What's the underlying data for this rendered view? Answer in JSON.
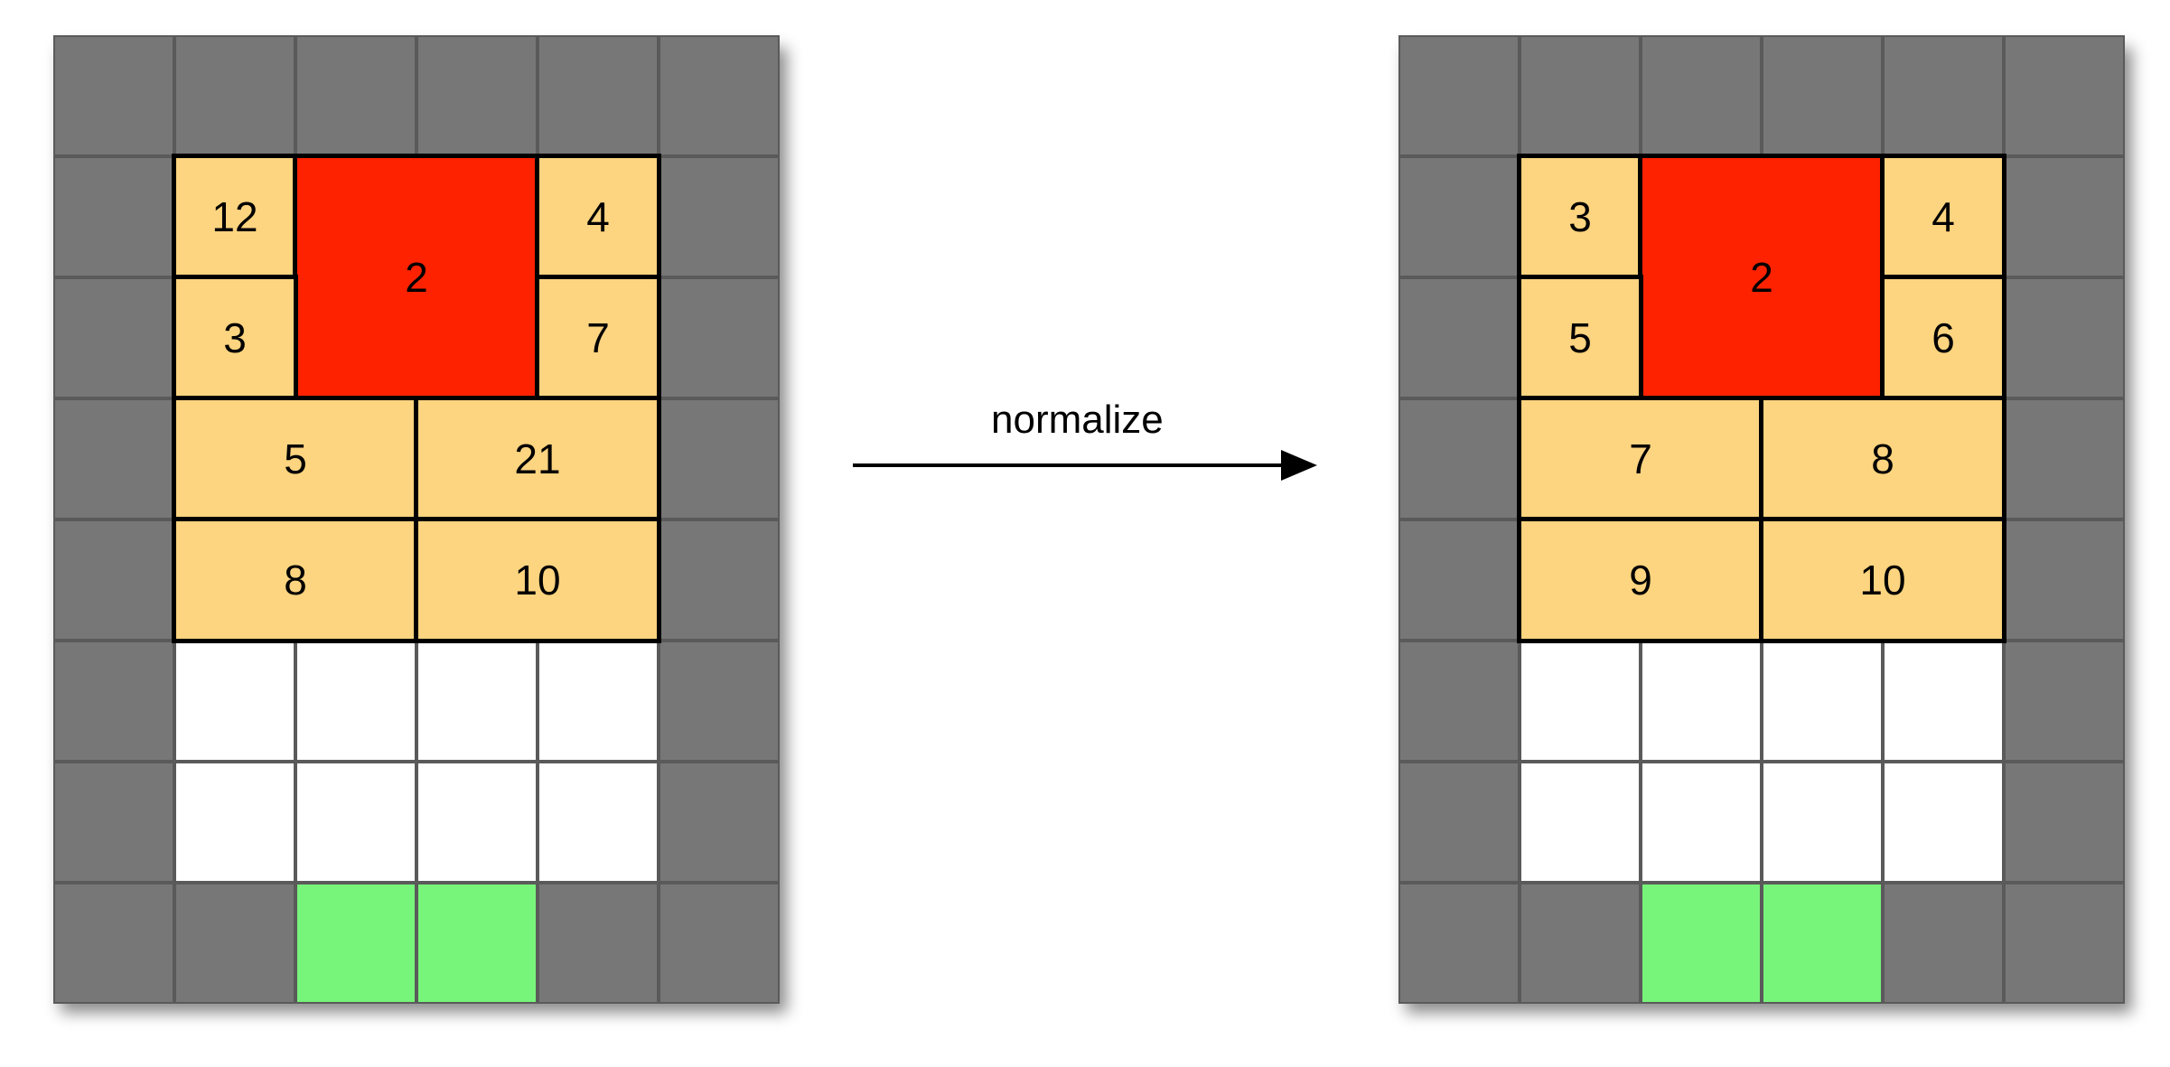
{
  "colors": {
    "wall": "#777777",
    "empty": "#ffffff",
    "goal": "#77f47a",
    "piece": "#fdd47f",
    "target": "#ff2200",
    "outline": "#000000"
  },
  "arrow": {
    "label": "normalize",
    "icon": "arrow-right-icon"
  },
  "boards": {
    "before": {
      "labels": [
        "12",
        "2",
        "4",
        "3",
        "7",
        "5",
        "21",
        "8",
        "10"
      ]
    },
    "after": {
      "labels": [
        "3",
        "2",
        "4",
        "5",
        "6",
        "7",
        "8",
        "9",
        "10"
      ]
    }
  }
}
